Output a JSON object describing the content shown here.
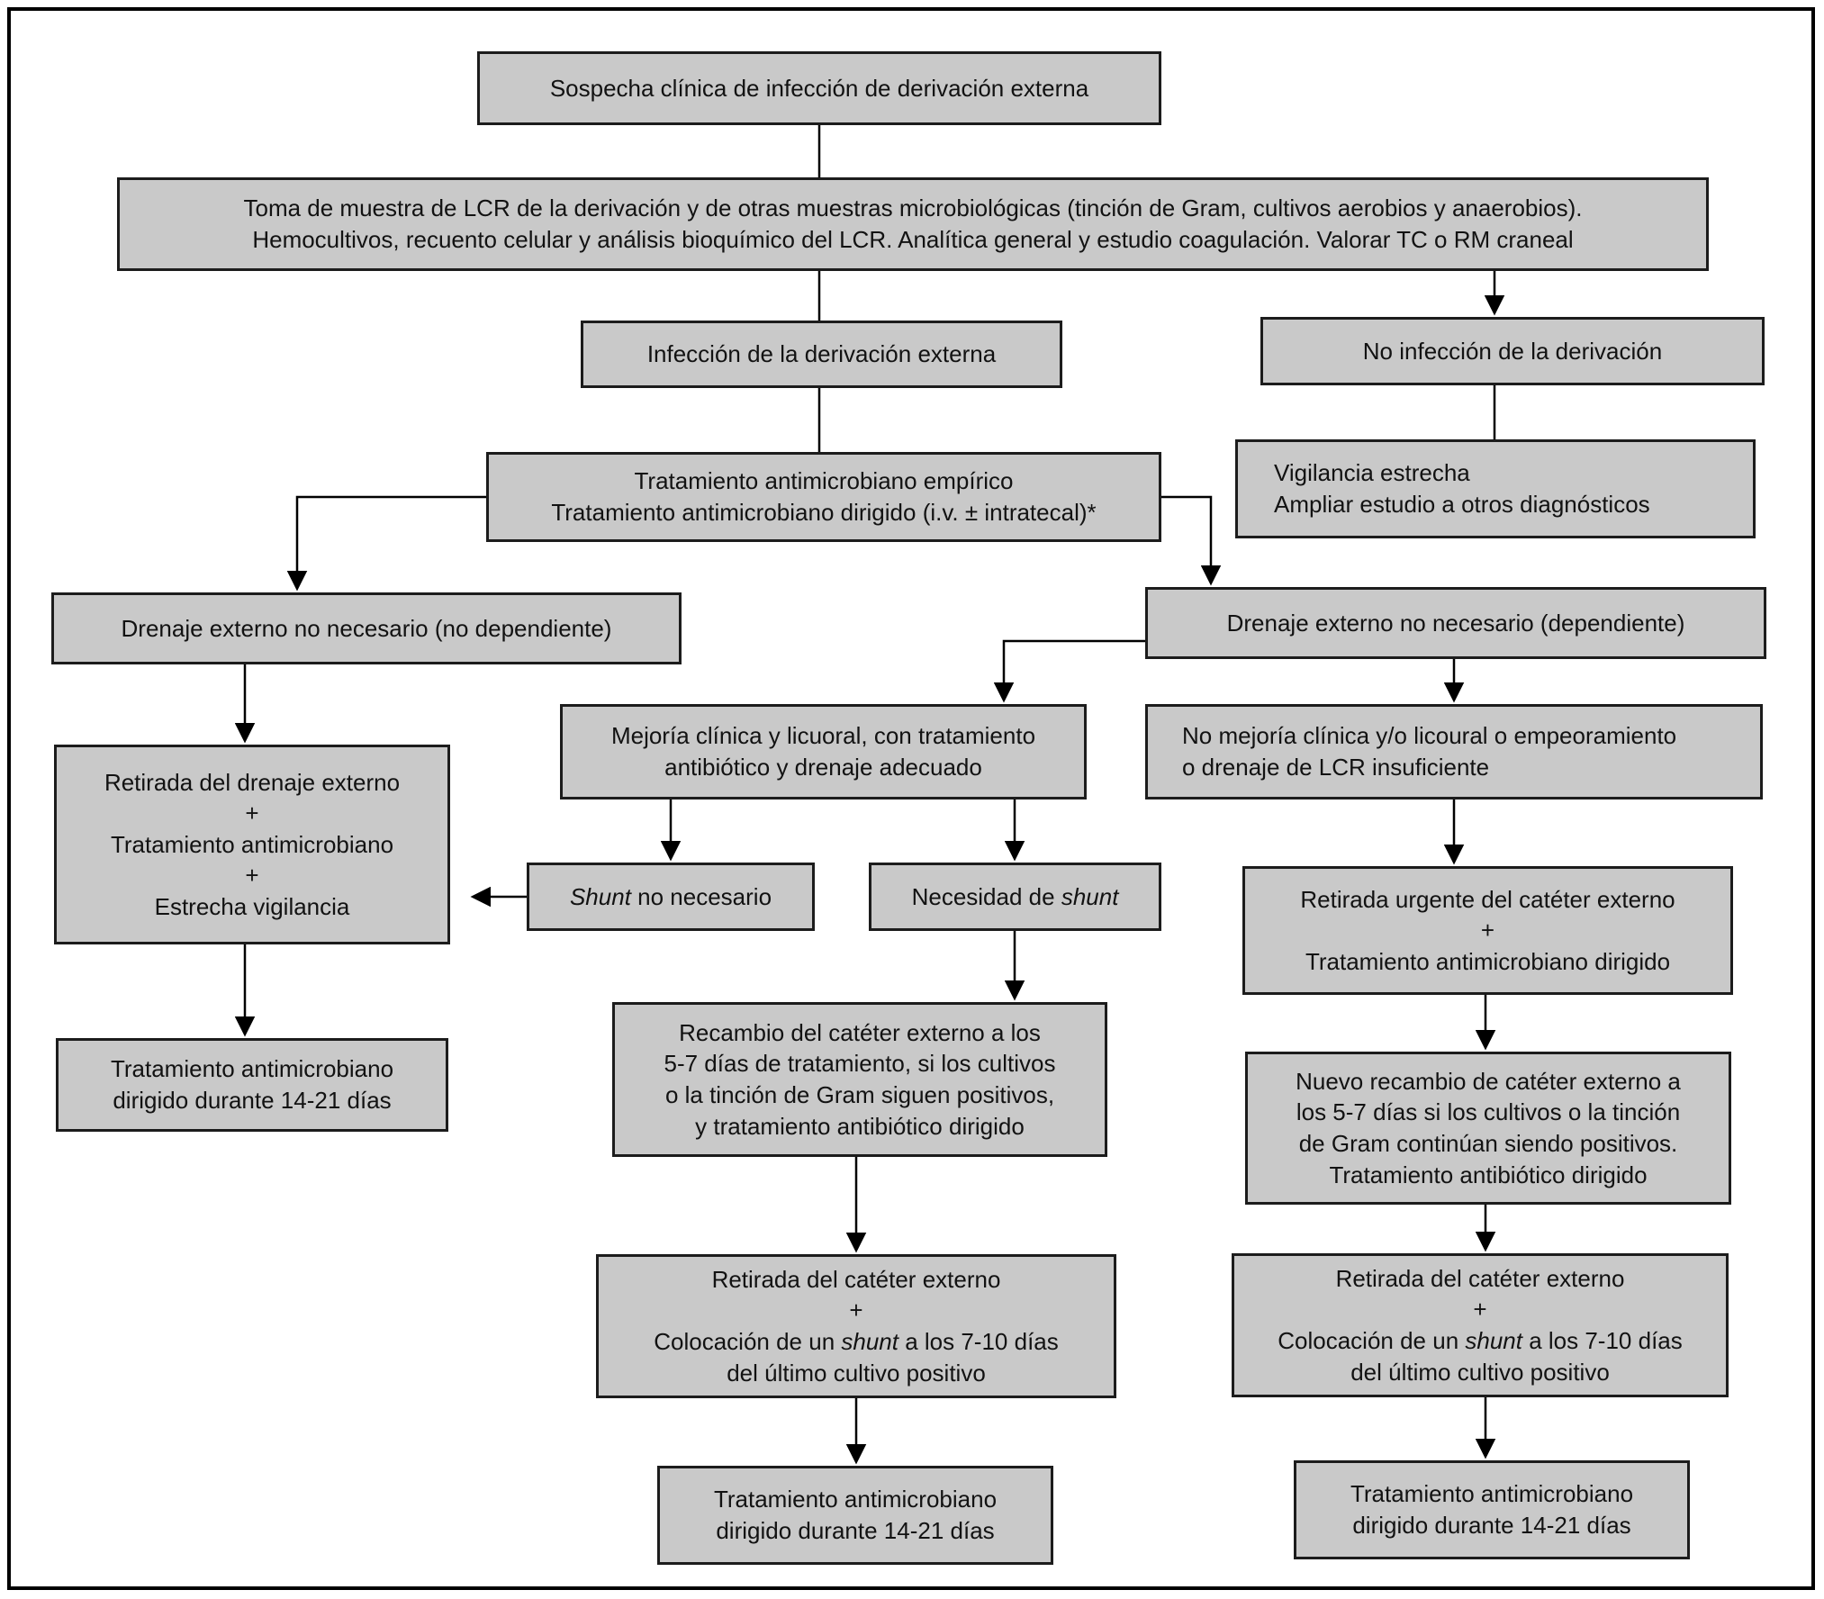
{
  "figure": {
    "language": "es",
    "topic": "Algoritmo de manejo de la infección de derivación externa de LCR"
  },
  "colors": {
    "box_fill": "#c9c9c9",
    "box_border": "#1c1c1c",
    "connector": "#000000",
    "background": "#ffffff"
  },
  "nodes": {
    "sospecha": {
      "text": "Sospecha clínica de infección de derivación externa"
    },
    "toma_muestra": {
      "line1": "Toma de muestra de LCR de la derivación y de otras muestras microbiológicas (tinción de Gram, cultivos aerobios y anaerobios).",
      "line2": "Hemocultivos, recuento celular y análisis bioquímico del LCR. Analítica general y estudio coagulación. Valorar TC o RM craneal"
    },
    "infeccion": {
      "text": "Infección de la derivación externa"
    },
    "no_infeccion": {
      "text": "No infección de la derivación"
    },
    "tratamiento_empirico": {
      "line1": "Tratamiento antimicrobiano empírico",
      "line2": "Tratamiento antimicrobiano dirigido (i.v. ± intratecal)*"
    },
    "vigilancia": {
      "line1": "Vigilancia estrecha",
      "line2": "Ampliar estudio a otros diagnósticos"
    },
    "drenaje_no_dependiente": {
      "text": "Drenaje externo no necesario (no dependiente)"
    },
    "drenaje_dependiente": {
      "text": "Drenaje externo no necesario (dependiente)"
    },
    "mejoria": {
      "line1": "Mejoría clínica y licuoral, con tratamiento",
      "line2": "antibiótico y drenaje adecuado"
    },
    "no_mejoria": {
      "line1": "No mejoría clínica y/o licoural o empeoramiento",
      "line2": "o drenaje de LCR insuficiente"
    },
    "retirada_drenaje": {
      "line1": "Retirada del drenaje externo",
      "plus1": "+",
      "line2": "Tratamiento antimicrobiano",
      "plus2": "+",
      "line3": "Estrecha vigilancia"
    },
    "shunt_no_necesario": {
      "italic": "Shunt",
      "rest": " no necesario"
    },
    "necesidad_shunt": {
      "pre": "Necesidad de ",
      "italic": "shunt"
    },
    "retirada_urgente": {
      "line1": "Retirada urgente del catéter externo",
      "plus": "+",
      "line2": "Tratamiento antimicrobiano dirigido"
    },
    "tratamiento_14_21_izq": {
      "line1": "Tratamiento antimicrobiano",
      "line2": "dirigido durante 14-21 días"
    },
    "recambio_cateter": {
      "line1": "Recambio del catéter externo a los",
      "line2": "5-7 días de tratamiento, si los cultivos",
      "line3": "o la tinción de Gram siguen positivos,",
      "line4": "y tratamiento antibiótico dirigido"
    },
    "nuevo_recambio": {
      "line1": "Nuevo recambio de catéter externo a",
      "line2": "los 5-7 días si los cultivos o la tinción",
      "line3": "de Gram continúan siendo positivos.",
      "line4": "Tratamiento antibiótico dirigido"
    },
    "retirada_cateter_centro": {
      "line1": "Retirada del catéter externo",
      "plus": "+",
      "line3pre": "Colocación de un ",
      "line3italic": "shunt",
      "line3post": " a los 7-10 días",
      "line4": "del último cultivo positivo"
    },
    "retirada_cateter_derecha": {
      "line1": "Retirada del catéter externo",
      "plus": "+",
      "line3pre": "Colocación de un ",
      "line3italic": "shunt",
      "line3post": " a los 7-10 días",
      "line4": "del último cultivo positivo"
    },
    "tratamiento_14_21_centro": {
      "line1": "Tratamiento antimicrobiano",
      "line2": "dirigido durante 14-21 días"
    },
    "tratamiento_14_21_derecha": {
      "line1": "Tratamiento antimicrobiano",
      "line2": "dirigido durante 14-21 días"
    }
  }
}
